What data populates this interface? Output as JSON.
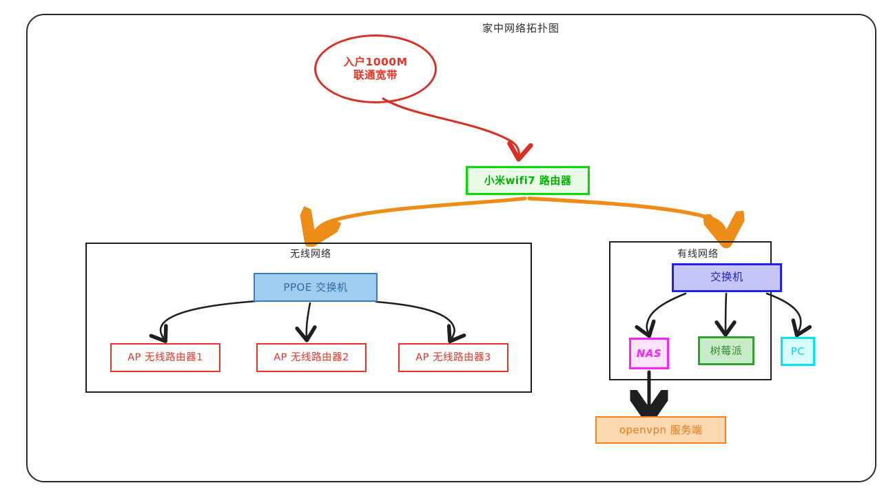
{
  "diagram": {
    "title": "家中网络拓扑图",
    "frame": {
      "name": "outer-frame",
      "stroke": "#2b2b2b",
      "style": "rounded-hand-drawn"
    }
  },
  "nodes": {
    "isp": {
      "label_line1": "入户1000M",
      "label_line2": "联通宽带",
      "shape": "ellipse",
      "color": "#ea3323"
    },
    "main_router": {
      "label": "小米wifi7 路由器",
      "shape": "rect",
      "color": "#00b200",
      "fill": "#e8fce8",
      "border": "#00e000"
    },
    "ppoe_switch": {
      "label": "PPOE 交换机",
      "shape": "rect",
      "color": "#2f6ca8",
      "fill": "#9ecdf0",
      "border": "#3a7cbf"
    },
    "wired_switch": {
      "label": "交换机",
      "shape": "rect",
      "color": "#2222cc",
      "fill": "#c5c5f7",
      "border": "#2222ee"
    },
    "ap_routers": [
      {
        "label": "AP 无线路由器1",
        "color": "#ec3323"
      },
      {
        "label": "AP 无线路由器2",
        "color": "#ec3323"
      },
      {
        "label": "AP 无线路由器3",
        "color": "#ec3323"
      }
    ],
    "nas": {
      "label": "NAS",
      "color": "#ff22ff",
      "fill": "#ffe4ff"
    },
    "raspberry_pi": {
      "label": "树莓派",
      "color": "#2e8b2e",
      "fill": "#c8ecc8"
    },
    "pc": {
      "label": "PC",
      "color": "#00d8e8",
      "fill": "#d8fdff"
    },
    "openvpn": {
      "label": "openvpn 服务端",
      "color": "#f07818",
      "fill": "#fcd9ae",
      "border": "#f58220"
    }
  },
  "groups": {
    "wireless": {
      "label": "无线网络",
      "border": "#1f1f1f"
    },
    "wired": {
      "label": "有线网络",
      "border": "#1f1f1f"
    }
  },
  "edges": {
    "isp_to_router": {
      "color": "#d93025",
      "style": "curved-arrow"
    },
    "router_to_wireless": {
      "color": "#ed8c16",
      "style": "curved-arrow"
    },
    "router_to_wired": {
      "color": "#ed8c16",
      "style": "curved-arrow"
    },
    "ppoe_to_ap1": {
      "color": "#1f1f1f",
      "style": "curved-arrow"
    },
    "ppoe_to_ap2": {
      "color": "#1f1f1f",
      "style": "straight-arrow"
    },
    "ppoe_to_ap3": {
      "color": "#1f1f1f",
      "style": "curved-arrow"
    },
    "switch_to_nas": {
      "color": "#1f1f1f",
      "style": "curved-arrow"
    },
    "switch_to_rpi": {
      "color": "#1f1f1f",
      "style": "straight-arrow"
    },
    "switch_to_pc": {
      "color": "#1f1f1f",
      "style": "curved-arrow"
    },
    "nas_to_openvpn": {
      "color": "#1f1f1f",
      "style": "straight-arrow-thick"
    }
  }
}
